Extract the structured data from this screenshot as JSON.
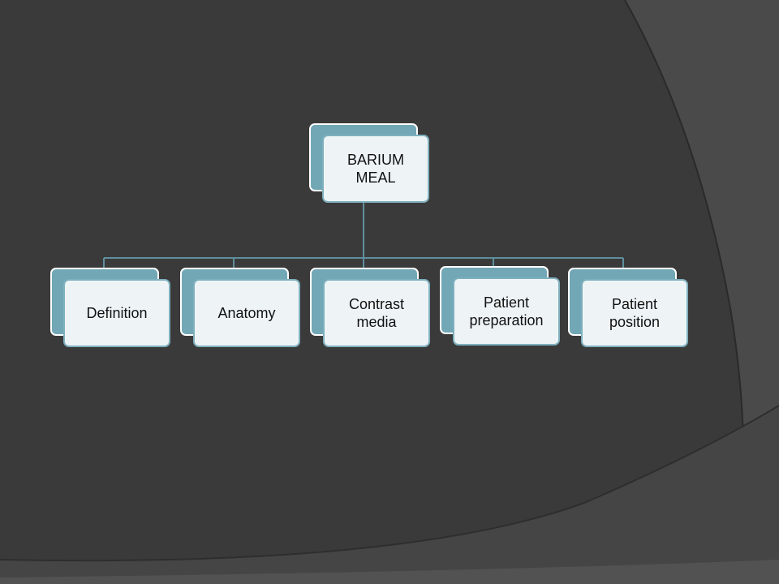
{
  "root": {
    "label": "BARIUM MEAL",
    "lines": [
      "BARIUM",
      "MEAL"
    ]
  },
  "children": [
    {
      "label": "Definition",
      "lines": [
        "Definition"
      ]
    },
    {
      "label": "Anatomy",
      "lines": [
        "Anatomy"
      ]
    },
    {
      "label": "Contrast media",
      "lines": [
        "Contrast",
        "media"
      ]
    },
    {
      "label": "Patient preparation",
      "lines": [
        "Patient",
        "preparation"
      ]
    },
    {
      "label": "Patient position",
      "lines": [
        "Patient",
        "position"
      ]
    }
  ],
  "colors": {
    "background": "#3b3b3b",
    "background_band": "#4a4a4a",
    "node_back": "#72a7b6",
    "node_front": "#eef4f6",
    "connector": "#5f8f9e"
  }
}
